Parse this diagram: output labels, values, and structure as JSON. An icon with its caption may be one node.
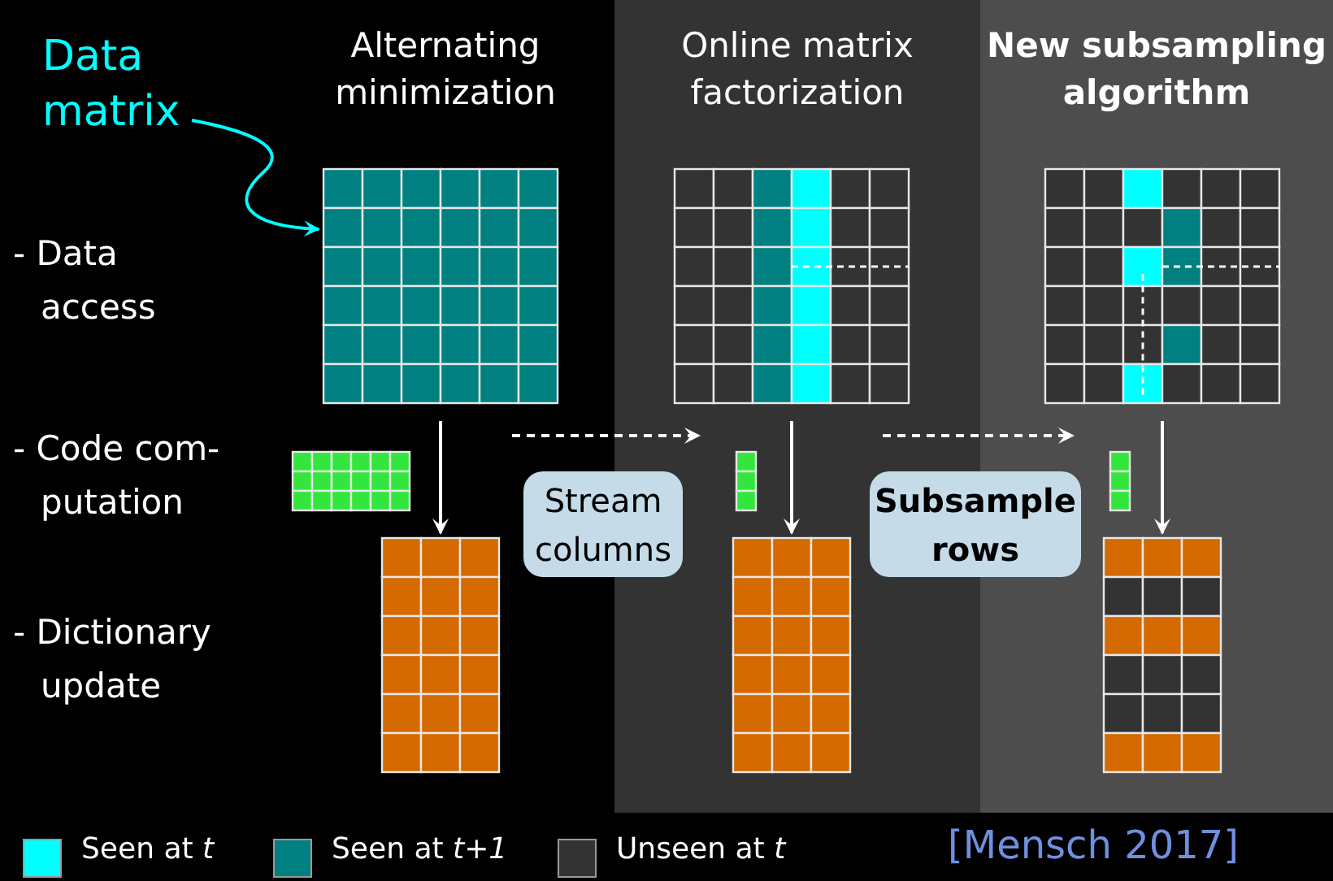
{
  "diagram": {
    "nodes": [
      {
        "text": [
          "Data matrix"
        ]
      },
      {
        "text": [
          "Alternating minimization"
        ]
      },
      {
        "text": [],
        "shape": "grid",
        "in": 1
      },
      {
        "text": [],
        "shape": "grid",
        "in": 1
      },
      {
        "text": [],
        "shape": "grid",
        "in": 1
      },
      {
        "text": [
          "Online matrix factorization"
        ]
      },
      {
        "text": [],
        "shape": "grid",
        "in": 5
      },
      {
        "text": [],
        "shape": "grid",
        "in": 5
      },
      {
        "text": [],
        "shape": "grid",
        "in": 5
      },
      {
        "text": [
          "Stream columns"
        ]
      },
      {
        "text": [
          "New subsampling algorithm"
        ]
      },
      {
        "text": [],
        "shape": "grid",
        "in": 10
      },
      {
        "text": [],
        "shape": "grid",
        "in": 10
      },
      {
        "text": [],
        "shape": "grid",
        "in": 10
      },
      {
        "text": [
          "Subsample rows"
        ]
      }
    ],
    "edges": [
      {
        "from": 0,
        "to": 2,
        "arrow": "to",
        "color": "#00ffff"
      },
      {
        "from": 2,
        "to": 4,
        "arrow": "to"
      },
      {
        "from": 6,
        "to": 8,
        "arrow": "to"
      },
      {
        "from": 11,
        "to": 13,
        "arrow": "to"
      },
      {
        "from": null,
        "to": 7,
        "arrow": "to",
        "style": "dashed"
      },
      {
        "from": null,
        "to": 12,
        "arrow": "to",
        "style": "dashed"
      }
    ],
    "labels": [
      "- Data access",
      "- Code com- putation",
      "- Dictionary update",
      "[Mensch 2017]"
    ],
    "legend": [
      {
        "text": "Seen at *t*",
        "color": "#00ffff"
      },
      {
        "text": "Seen at *t+1*",
        "color": "#008080"
      },
      {
        "text": "Unseen at *t*",
        "color": "#333333"
      }
    ]
  }
}
